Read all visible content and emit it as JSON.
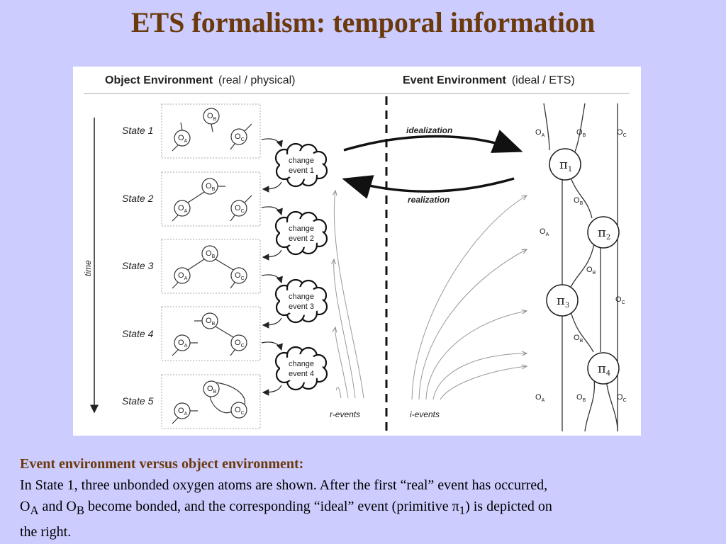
{
  "title": "ETS formalism: temporal information",
  "figure": {
    "object_env_bold": "Object Environment",
    "object_env_rest": "(real / physical)",
    "event_env_bold": "Event Environment",
    "event_env_rest": "(ideal / ETS)",
    "time_label": "time",
    "states": [
      "State 1",
      "State 2",
      "State 3",
      "State 4",
      "State 5"
    ],
    "atom_letter": "O",
    "atom_subs": [
      "A",
      "B",
      "C"
    ],
    "change_events": [
      {
        "line1": "change",
        "line2": "event 1"
      },
      {
        "line1": "change",
        "line2": "event 2"
      },
      {
        "line1": "change",
        "line2": "event 3"
      },
      {
        "line1": "change",
        "line2": "event 4"
      }
    ],
    "idealization_label": "idealization",
    "realization_label": "realization",
    "r_events_label": "r-events",
    "i_events_label": "i-events",
    "pi_symbol": "π",
    "primitives": [
      "1",
      "2",
      "3",
      "4"
    ]
  },
  "caption": {
    "heading": "Event environment versus object environment:",
    "line1": "In State 1,  three unbonded oxygen atoms are shown. After the first “real” event has occurred,",
    "line2_a": "O",
    "line2_sub_a": "A",
    "line2_b": " and O",
    "line2_sub_b": "B",
    "line2_c": " become bonded, and the corresponding “ideal” event (primitive ",
    "line2_pi": "π",
    "line2_pi_sub": "1",
    "line2_d": ") is depicted on",
    "line3": "the  right."
  }
}
